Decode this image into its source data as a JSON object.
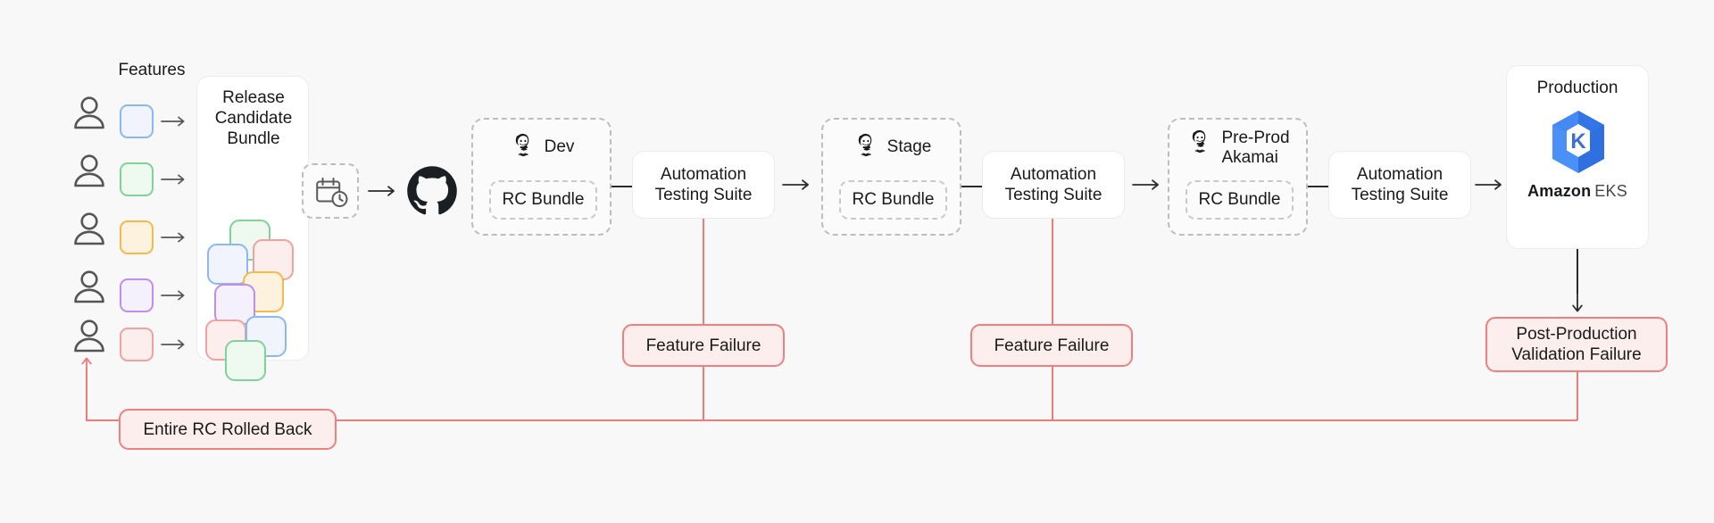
{
  "diagram": {
    "title_features": "Features",
    "background": "#f8f8f8",
    "accent_fail": "#ef7b7b",
    "accent_fail_bg": "#fdeeee",
    "eks_blue": "#4285f4"
  },
  "features": {
    "heading": "Features",
    "rows": [
      {
        "person_icon": "person-icon",
        "chip_color": "#8ab9f1",
        "chip_fill": "#f1f3fd",
        "arrow_icon": "arrow-right-icon"
      },
      {
        "person_icon": "person-icon",
        "chip_color": "#7fd29a",
        "chip_fill": "#eef9f0",
        "arrow_icon": "arrow-right-icon"
      },
      {
        "person_icon": "person-icon",
        "chip_color": "#f6b94b",
        "chip_fill": "#fdf2dd",
        "arrow_icon": "arrow-right-icon"
      },
      {
        "person_icon": "person-icon",
        "chip_color": "#c08ee8",
        "chip_fill": "#f4f1fd",
        "arrow_icon": "arrow-right-icon"
      },
      {
        "person_icon": "person-icon",
        "chip_color": "#f3a0a0",
        "chip_fill": "#fdeeee",
        "arrow_icon": "arrow-right-icon"
      }
    ]
  },
  "bundle": {
    "title": "Release\nCandidate\nBundle",
    "chips": [
      {
        "color": "#7fd29a",
        "fill": "#eef9f0"
      },
      {
        "color": "#f3a0a0",
        "fill": "#fdeeee"
      },
      {
        "color": "#8ab9f1",
        "fill": "#f1f3fd"
      },
      {
        "color": "#f6b94b",
        "fill": "#fdf2dd"
      },
      {
        "color": "#c08ee8",
        "fill": "#f4f1fd"
      },
      {
        "color": "#f3a0a0",
        "fill": "#fdeeee"
      },
      {
        "color": "#8ab9f1",
        "fill": "#f1f3fd"
      },
      {
        "color": "#7fd29a",
        "fill": "#eef9f0"
      }
    ]
  },
  "schedule": {
    "icon": "calendar-clock-icon"
  },
  "scm": {
    "icon": "github-icon"
  },
  "environments": [
    {
      "name": "Dev",
      "icon": "jenkins-icon",
      "artifact": "RC Bundle"
    },
    {
      "name": "Stage",
      "icon": "jenkins-icon",
      "artifact": "RC Bundle"
    },
    {
      "name": "Pre-Prod\nAkamai",
      "icon": "jenkins-icon",
      "artifact": "RC Bundle"
    }
  ],
  "test_suites": [
    {
      "label": "Automation\nTesting Suite"
    },
    {
      "label": "Automation\nTesting Suite"
    },
    {
      "label": "Automation\nTesting Suite"
    }
  ],
  "production": {
    "title": "Production",
    "logo_icon": "amazon-eks-icon",
    "wordmark_bold": "Amazon",
    "wordmark_light": "EKS"
  },
  "failures": [
    {
      "label": "Feature Failure"
    },
    {
      "label": "Feature Failure"
    },
    {
      "label": "Post-Production\nValidation Failure"
    }
  ],
  "rollback": {
    "label": "Entire RC Rolled Back"
  }
}
